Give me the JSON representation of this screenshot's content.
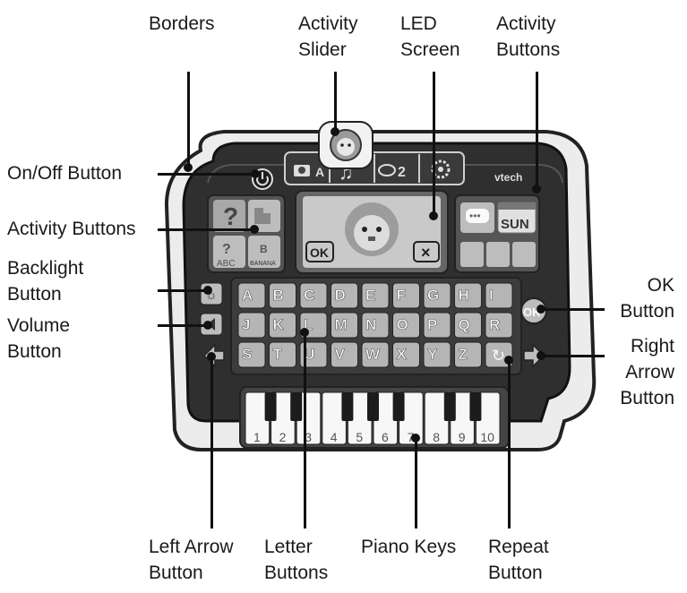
{
  "callouts": {
    "borders": "Borders",
    "activity_slider": [
      "Activity",
      "Slider"
    ],
    "led_screen": [
      "LED",
      "Screen"
    ],
    "activity_buttons_top": [
      "Activity",
      "Buttons"
    ],
    "on_off": "On/Off Button",
    "activity_buttons_left": "Activity Buttons",
    "backlight": [
      "Backlight",
      "Button"
    ],
    "volume": [
      "Volume",
      "Button"
    ],
    "ok_button": [
      "OK",
      "Button"
    ],
    "right_arrow": [
      "Right",
      "Arrow",
      "Button"
    ],
    "left_arrow": [
      "Left Arrow",
      "Button"
    ],
    "letter_buttons": [
      "Letter",
      "Buttons"
    ],
    "piano_keys": "Piano Keys",
    "repeat": [
      "Repeat",
      "Button"
    ]
  },
  "device": {
    "brand": "vtech",
    "slider_number": "2",
    "sun_label": "SUN",
    "ok_screen": "OK",
    "close_screen": "×",
    "ok_key": "OK",
    "banana": "BANANA",
    "letters_row1": [
      "A",
      "B",
      "C",
      "D",
      "E",
      "F",
      "G",
      "H",
      "I"
    ],
    "letters_row2": [
      "J",
      "K",
      "L",
      "M",
      "N",
      "O",
      "P",
      "Q",
      "R"
    ],
    "letters_row3": [
      "S",
      "T",
      "U",
      "V",
      "W",
      "X",
      "Y",
      "Z"
    ],
    "piano_numbers": [
      "1",
      "2",
      "3",
      "4",
      "5",
      "6",
      "7",
      "8",
      "9",
      "10"
    ]
  },
  "colors": {
    "body_dark": "#2f2f2f",
    "frame_light": "#e6e6e6",
    "key_gray": "#9a9a9a",
    "screen": "#c9c9c9"
  }
}
